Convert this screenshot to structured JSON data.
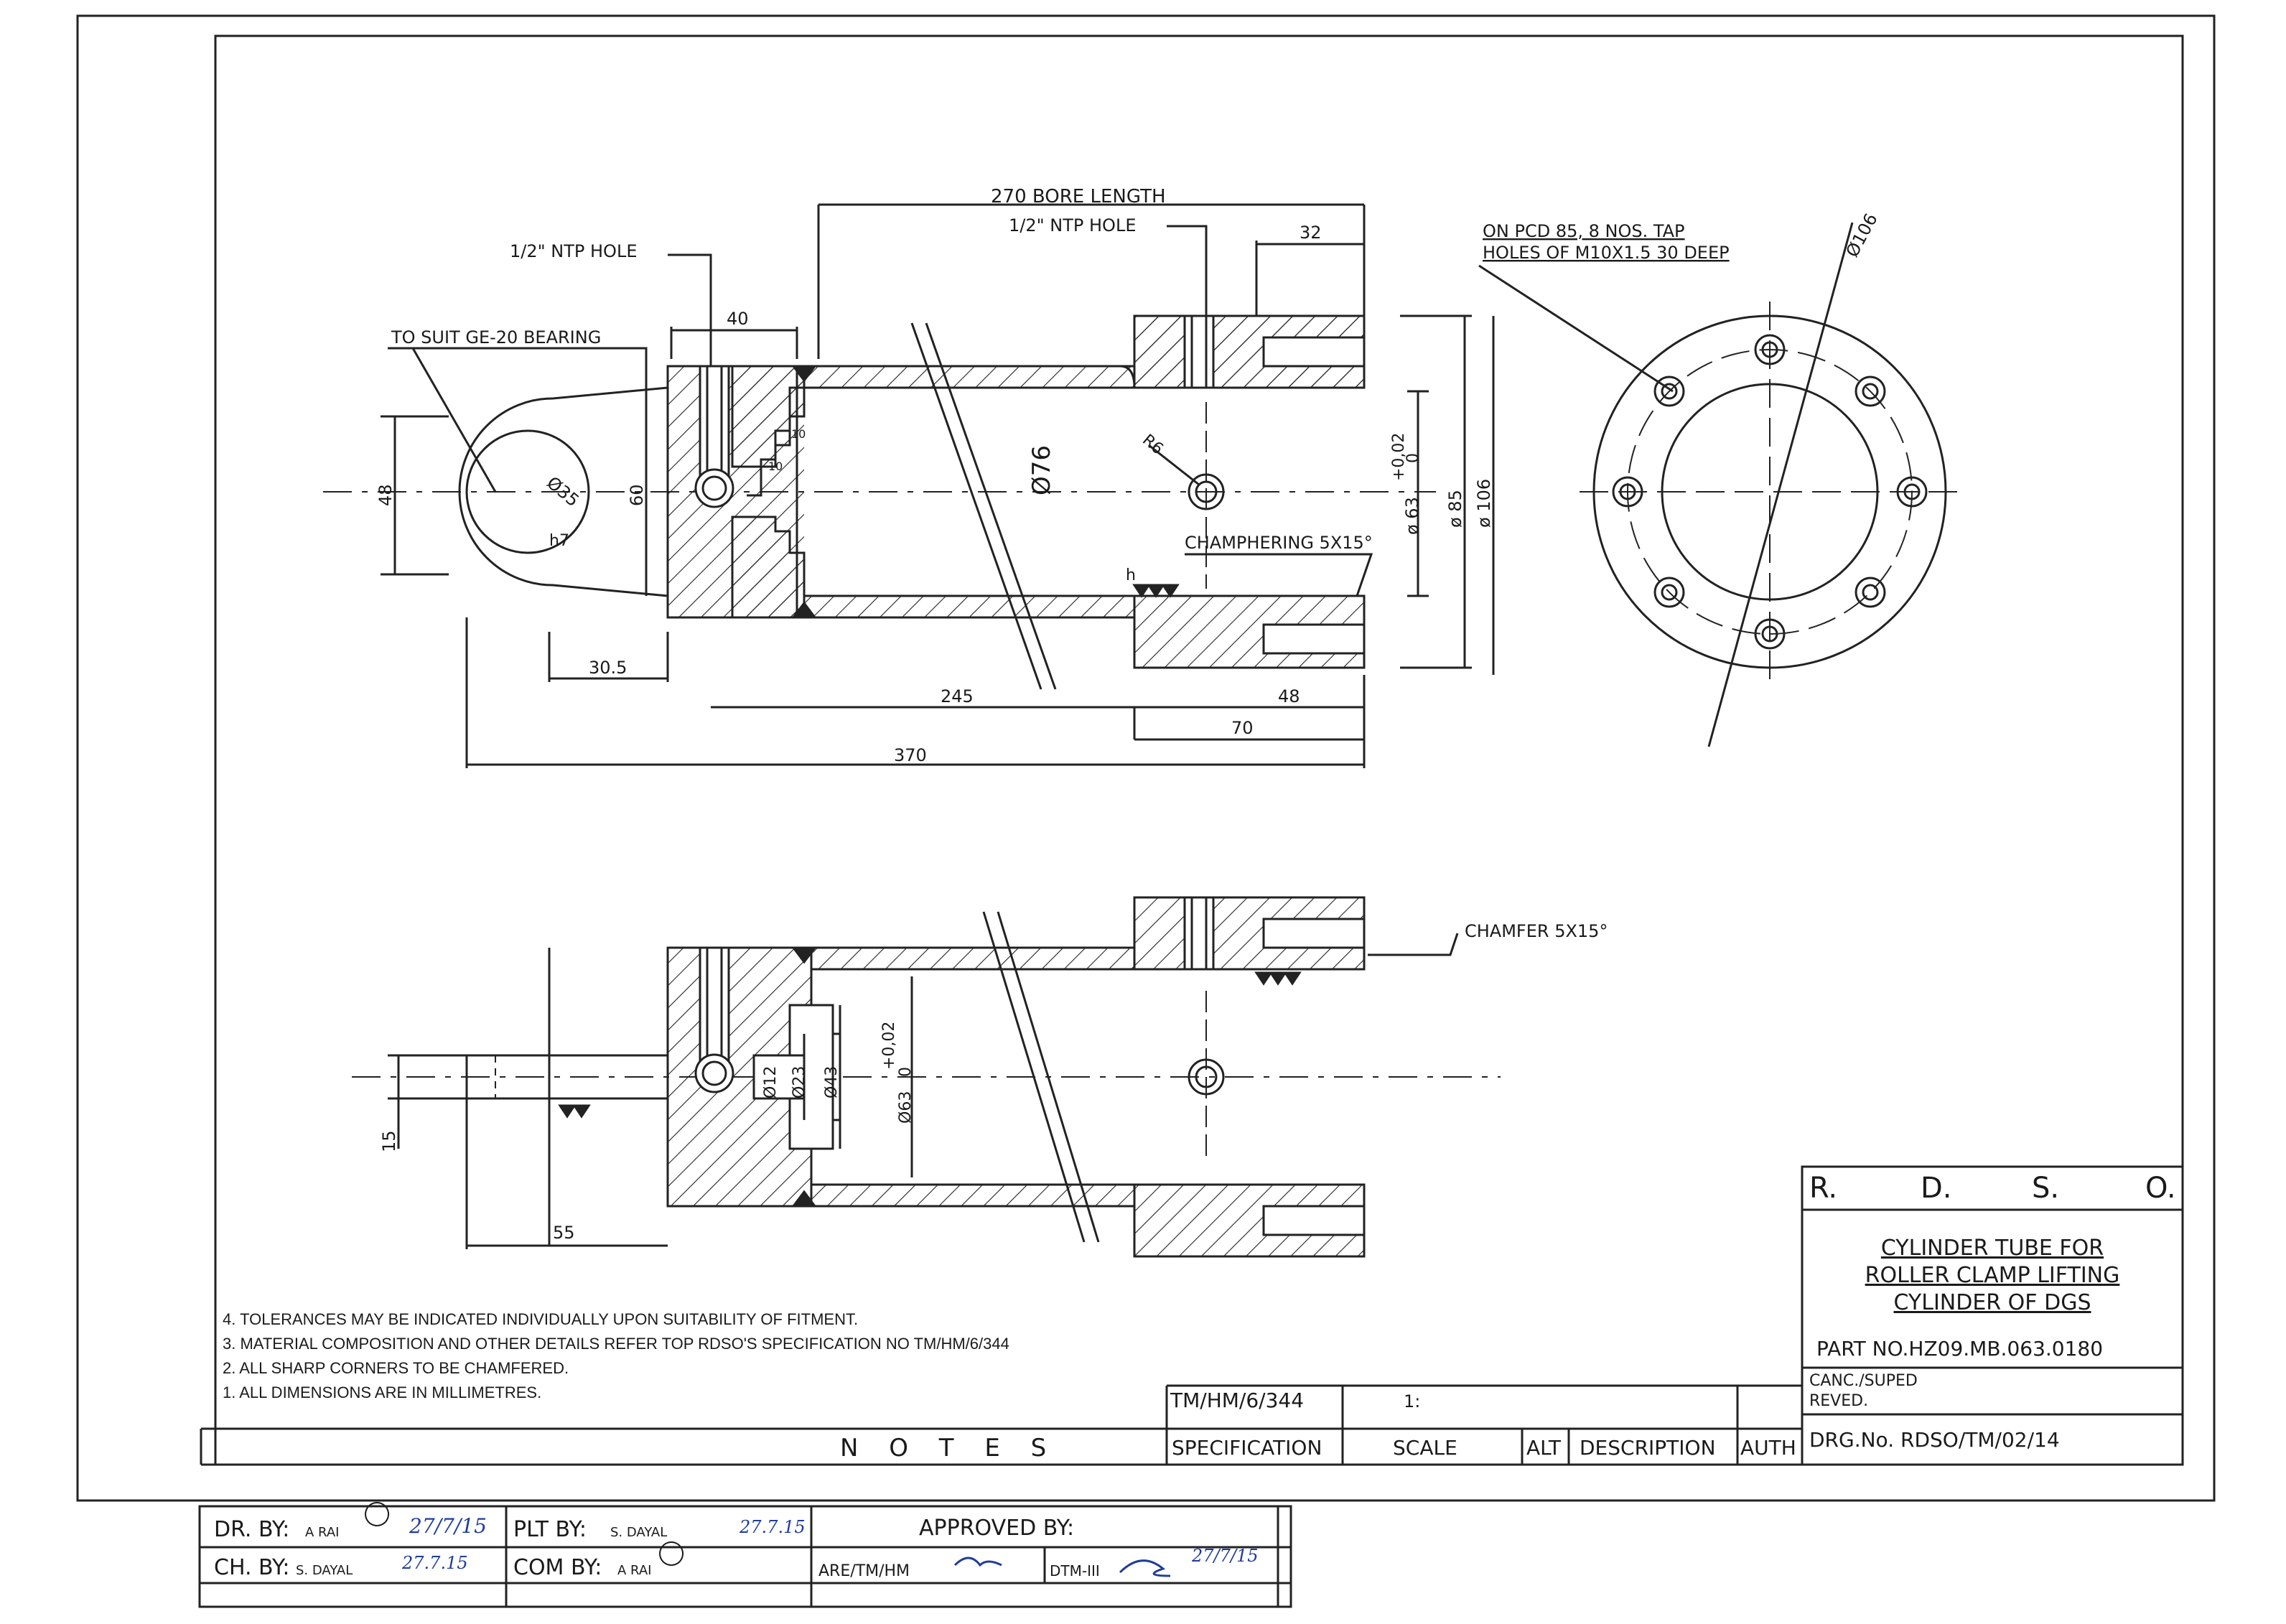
{
  "drawing": {
    "top_view": {
      "bore_length": "270 BORE LENGTH",
      "ntp_hole_left": "1/2\" NTP HOLE",
      "ntp_hole_right": "1/2\" NTP HOLE",
      "bearing_note": "TO SUIT GE-20 BEARING",
      "dim_40": "40",
      "dim_32": "32",
      "dim_48_left": "48",
      "dim_60": "60",
      "dia_35": "Ø35",
      "h7": "h7",
      "dim_10a": "10",
      "dim_10b": "10",
      "dia_76": "Ø76",
      "r6": "R6",
      "tol_top": "+0,02",
      "tol_bottom": "0",
      "dia_63": "ø 63",
      "dia_85": "ø 85",
      "dia_106": "ø 106",
      "champhering": "CHAMPHERING 5X15°",
      "finish_h": "h",
      "dim_30_5": "30.5",
      "dim_245": "245",
      "dim_48_bottom": "48",
      "dim_70": "70",
      "dim_370": "370"
    },
    "end_view": {
      "pcd_note_line1": "ON PCD 85, 8 NOS. TAP",
      "pcd_note_line2": "HOLES OF M10X1.5 30 DEEP",
      "dia_106": "Ø106"
    },
    "bottom_view": {
      "chamfer": "CHAMFER 5X15°",
      "dia_12": "Ø12",
      "dia_23": "Ø23",
      "dia_43": "Ø43",
      "tol": "+0,02",
      "tol_zero": "0",
      "dia_63": "Ø63",
      "dim_15": "15",
      "dim_55": "55"
    }
  },
  "notes": {
    "items": [
      "4. TOLERANCES MAY BE INDICATED INDIVIDUALLY UPON SUITABILITY OF FITMENT.",
      "3. MATERIAL COMPOSITION AND OTHER DETAILS REFER TOP RDSO'S SPECIFICATION NO TM/HM/6/344",
      "2. ALL SHARP CORNERS TO BE CHAMFERED.",
      "1. ALL DIMENSIONS ARE IN MILLIMETRES."
    ],
    "heading": "N O T E S"
  },
  "title_block": {
    "org": [
      "R.",
      "D.",
      "S.",
      "O."
    ],
    "title_lines": [
      "CYLINDER TUBE FOR",
      "ROLLER CLAMP LIFTING",
      "CYLINDER OF DGS"
    ],
    "part_no": "PART NO.HZ09.MB.063.0180",
    "canc_line1": "CANC./SUPED",
    "canc_line2": "REVED.",
    "drg_no": "DRG.No. RDSO/TM/02/14",
    "spec_value": "TM/HM/6/344",
    "scale_value": "1:",
    "col_spec": "SPECIFICATION",
    "col_scale": "SCALE",
    "col_alt": "ALT",
    "col_desc": "DESCRIPTION",
    "col_auth": "AUTH"
  },
  "sign_block": {
    "dr_by_label": "DR. BY:",
    "dr_by_name": "A RAI",
    "plt_by_label": "PLT BY:",
    "plt_by_name": "S. DAYAL",
    "approved_by": "APPROVED BY:",
    "ch_by_label": "CH. BY:",
    "ch_by_name": "S. DAYAL",
    "com_by_label": "COM BY:",
    "com_by_name": "A RAI",
    "are_label": "ARE/TM/HM",
    "dtm_label": "DTM-III",
    "dr_date": "27/7/15",
    "plt_date": "27.7.15",
    "ch_date": "27.7.15",
    "dtm_date": "27/7/15"
  }
}
